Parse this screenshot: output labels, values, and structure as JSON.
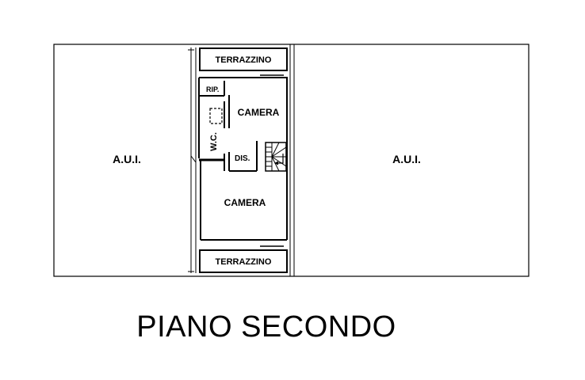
{
  "plan": {
    "left_unit_label": "A.U.I.",
    "right_unit_label": "A.U.I.",
    "terrace_top_label": "TERRAZZINO",
    "terrace_bottom_label": "TERRAZZINO",
    "storage_label": "RIP.",
    "wc_label": "W.C.",
    "bedroom_top_label": "CAMERA",
    "hall_label": "DIS.",
    "bedroom_bottom_label": "CAMERA"
  },
  "floor_title": "PIANO SECONDO"
}
